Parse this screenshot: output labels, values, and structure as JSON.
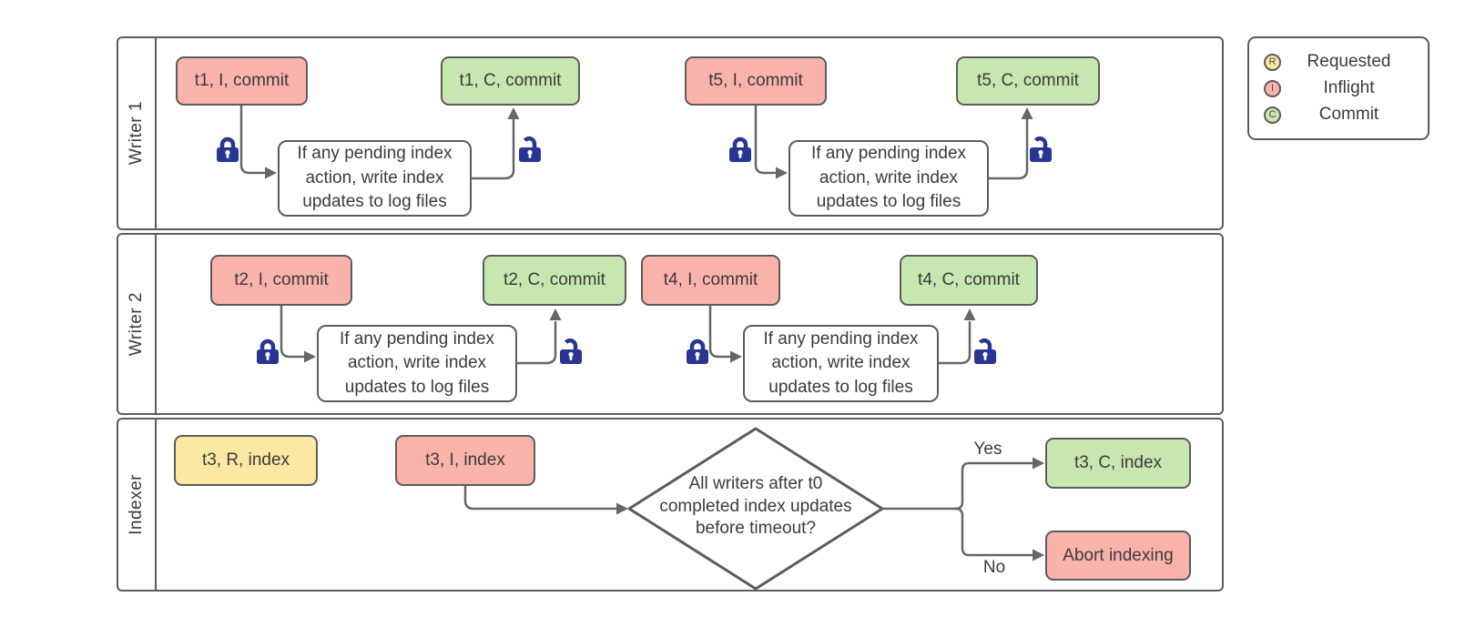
{
  "lanes": [
    {
      "label": "Writer 1"
    },
    {
      "label": "Writer 2"
    },
    {
      "label": "Indexer"
    }
  ],
  "nodes": {
    "t1_inflight": "t1, I, commit",
    "t1_commit": "t1, C, commit",
    "t5_inflight": "t5, I, commit",
    "t5_commit": "t5, C, commit",
    "t2_inflight": "t2, I, commit",
    "t2_commit": "t2, C, commit",
    "t4_inflight": "t4, I, commit",
    "t4_commit": "t4, C, commit",
    "t3_requested": "t3, R, index",
    "t3_inflight": "t3, I, index",
    "t3_commit": "t3, C, index",
    "abort": "Abort indexing",
    "process_lines": [
      "If any pending index",
      "action, write index",
      "updates to log files"
    ],
    "decision_lines": [
      "All writers after t0",
      "completed index updates",
      "before timeout?"
    ]
  },
  "edge_labels": {
    "yes": "Yes",
    "no": "No"
  },
  "legend": {
    "items": [
      {
        "letter": "R",
        "label": "Requested",
        "color": "#fbe8a2"
      },
      {
        "letter": "I",
        "label": "Inflight",
        "color": "#f9b3ab"
      },
      {
        "letter": "C",
        "label": "Commit",
        "color": "#c8e6b0"
      }
    ]
  },
  "colors": {
    "requested_fill": "#fbe8a2",
    "inflight_fill": "#f9b3ab",
    "commit_fill": "#c8e6b0",
    "process_fill": "#ffffff",
    "lock": "#283593",
    "line": "#666666",
    "border": "#5c5c5c",
    "text": "#3b3b3b"
  }
}
